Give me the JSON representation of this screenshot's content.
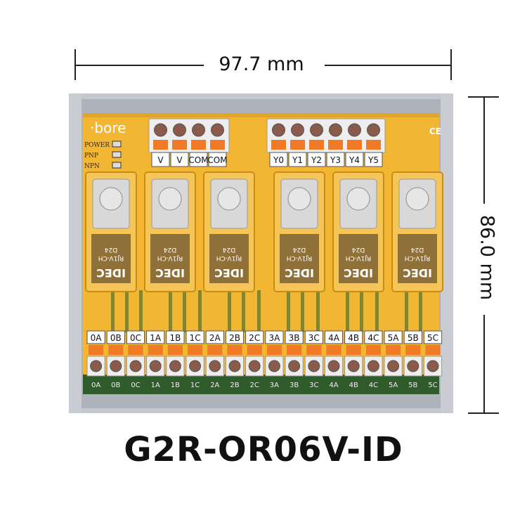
{
  "dimensions": {
    "width_label": "97.7 mm",
    "height_label": "86.0 mm"
  },
  "product": {
    "model": "G2R-OR06V-ID",
    "brand": "bore",
    "ce_mark": "CE",
    "indicators": [
      "POWER",
      "PNP",
      "NPN"
    ],
    "power_terminals": [
      "V",
      "V",
      "COM",
      "COM"
    ],
    "input_terminals": [
      "Y0",
      "Y1",
      "Y2",
      "Y3",
      "Y4",
      "Y5"
    ],
    "output_terminals": [
      "0A",
      "0B",
      "0C",
      "1A",
      "1B",
      "1C",
      "2A",
      "2B",
      "2C",
      "3A",
      "3B",
      "3C",
      "4A",
      "4B",
      "4C",
      "5A",
      "5B",
      "5C"
    ],
    "relays": [
      {
        "maker": "IDEC",
        "model": "RJ1V-CH",
        "coil": "D24"
      },
      {
        "maker": "IDEC",
        "model": "RJ1V-CH",
        "coil": "D24"
      },
      {
        "maker": "IDEC",
        "model": "RJ1V-CH",
        "coil": "D24"
      },
      {
        "maker": "IDEC",
        "model": "RJ1V-CH",
        "coil": "D24"
      },
      {
        "maker": "IDEC",
        "model": "RJ1V-CH",
        "coil": "D24"
      },
      {
        "maker": "IDEC",
        "model": "RJ1V-CH",
        "coil": "D24"
      }
    ]
  },
  "colors": {
    "board": "#f2b632",
    "rail": "#b8bcc4",
    "terminal_orange": "#f07a26",
    "relay_amber": "#f6c65a",
    "pcb_green": "#2f5a2a"
  }
}
